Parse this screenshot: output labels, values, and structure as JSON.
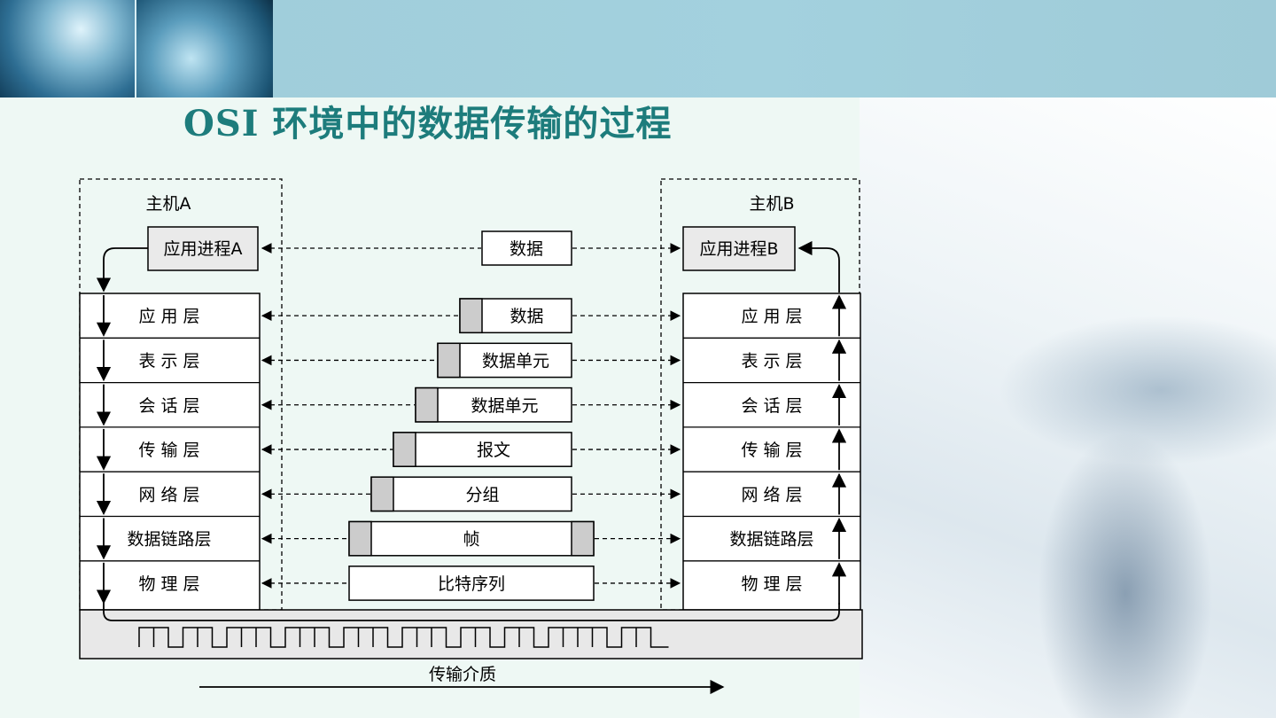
{
  "title": "OSI 环境中的数据传输的过程",
  "hosts": {
    "a": "主机A",
    "b": "主机B"
  },
  "processes": {
    "a": "应用进程A",
    "b": "应用进程B",
    "data": "数据"
  },
  "layers": [
    "应 用 层",
    "表 示 层",
    "会 话 层",
    "传 输 层",
    "网 络 层",
    "数据链路层",
    "物 理 层"
  ],
  "units": [
    "数据",
    "数据单元",
    "数据单元",
    "报文",
    "分组",
    "帧",
    "比特序列"
  ],
  "medium": "传输介质",
  "colors": {
    "title": "#1d7c7c",
    "header_gray": "#cccccc",
    "medium_fill": "#e8e8e8"
  }
}
